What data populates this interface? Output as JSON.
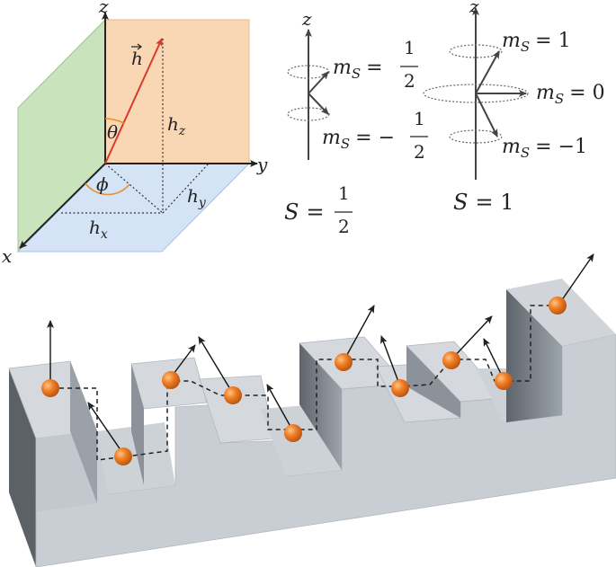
{
  "coord": {
    "axis_z": "z",
    "axis_y": "y",
    "axis_x": "x",
    "vector": "h",
    "hz": "h",
    "hz_sub": "z",
    "hy": "h",
    "hy_sub": "y",
    "hx": "h",
    "hx_sub": "x",
    "theta": "θ",
    "phi": "ϕ"
  },
  "spin_half": {
    "axis": "z",
    "m_up": {
      "m": "m",
      "sub": "S",
      "eq": "=",
      "num": "1",
      "den": "2"
    },
    "m_down": {
      "m": "m",
      "sub": "S",
      "eq": "= −",
      "num": "1",
      "den": "2"
    },
    "total": {
      "S": "S",
      "eq": "=",
      "num": "1",
      "den": "2"
    }
  },
  "spin_one": {
    "axis": "z",
    "m_plus": {
      "m": "m",
      "sub": "S",
      "rhs": "= 1"
    },
    "m_zero": {
      "m": "m",
      "sub": "S",
      "rhs": "= 0"
    },
    "m_minus": {
      "m": "m",
      "sub": "S",
      "rhs": "= −1"
    },
    "total": {
      "S": "S",
      "rhs": "= 1"
    }
  },
  "colors": {
    "xz_plane": "#f9d7b5",
    "yz_plane": "#c9e3bd",
    "xy_plane": "#d5e3f7",
    "vector": "#d93a2a",
    "theta_arc": "#e8902a",
    "block": "#c9ced4",
    "block_dark": "#8f969e",
    "spin_ball": "#ee7a22"
  }
}
